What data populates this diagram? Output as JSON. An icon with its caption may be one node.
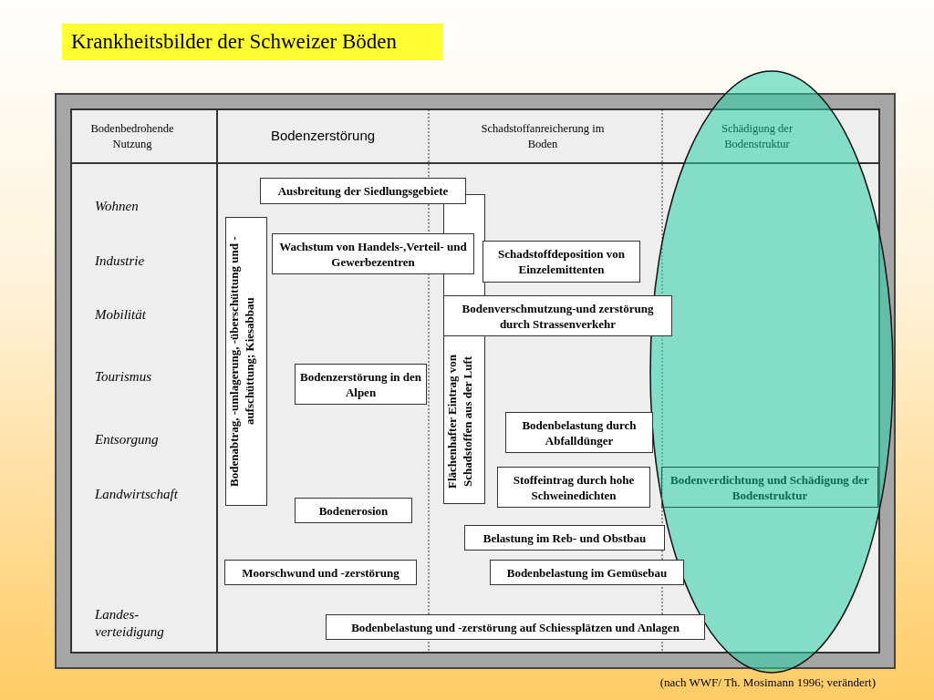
{
  "diagram": {
    "title": "Krankheitsbilder der Schweizer Böden",
    "caption": "(nach WWF/ Th. Mosimann 1996; verändert)",
    "nodes": [
      {
        "text": [
          "Ausbreitung der Siedlungsgebiete"
        ]
      },
      {
        "text": [
          "Bodenabtrag, -umlagerung, -überschüttung und -aufschüttung; Kiesabbau"
        ]
      },
      {
        "text": [
          "Wachstum von Handels-,Verteil- und Gewerbezentren"
        ]
      },
      {
        "text": [
          "Flächenhafter Eintrag von Schadstoffen aus der Luft"
        ]
      },
      {
        "text": [
          "Schadstoffdeposition von Einzelemittenten"
        ]
      },
      {
        "text": [
          "Bodenverschmutzung-und zerstörung durch Strassenverkehr"
        ]
      },
      {
        "text": [
          "Bodenzerstörung in den Alpen"
        ]
      },
      {
        "text": [
          "Bodenbelastung durch Abfalldünger"
        ]
      },
      {
        "text": [
          "Stoffeintrag durch hohe Schweinedichten"
        ]
      },
      {
        "text": [
          "Bodenverdichtung und Schädigung der Bodenstruktur"
        ]
      },
      {
        "text": [
          "Bodenerosion"
        ]
      },
      {
        "text": [
          "Belastung im Reb- und Obstbau"
        ]
      },
      {
        "text": [
          "Moorschwund und -zerstörung"
        ]
      },
      {
        "text": [
          "Bodenbelastung im Gemüsebau"
        ]
      },
      {
        "text": [
          "Bodenbelastung und -zerstörung auf Schiessplätzen und Anlagen"
        ]
      }
    ],
    "edges": [],
    "labels": [
      "Bodenbedrohende Nutzung",
      "Bodenzerstörung",
      "Schadstoffanreicherung im Boden",
      "Schädigung der Bodenstruktur",
      "Wohnen",
      "Industrie",
      "Mobilität",
      "Tourismus",
      "Entsorgung",
      "Landwirtschaft",
      "Landes- verteidigung"
    ]
  }
}
